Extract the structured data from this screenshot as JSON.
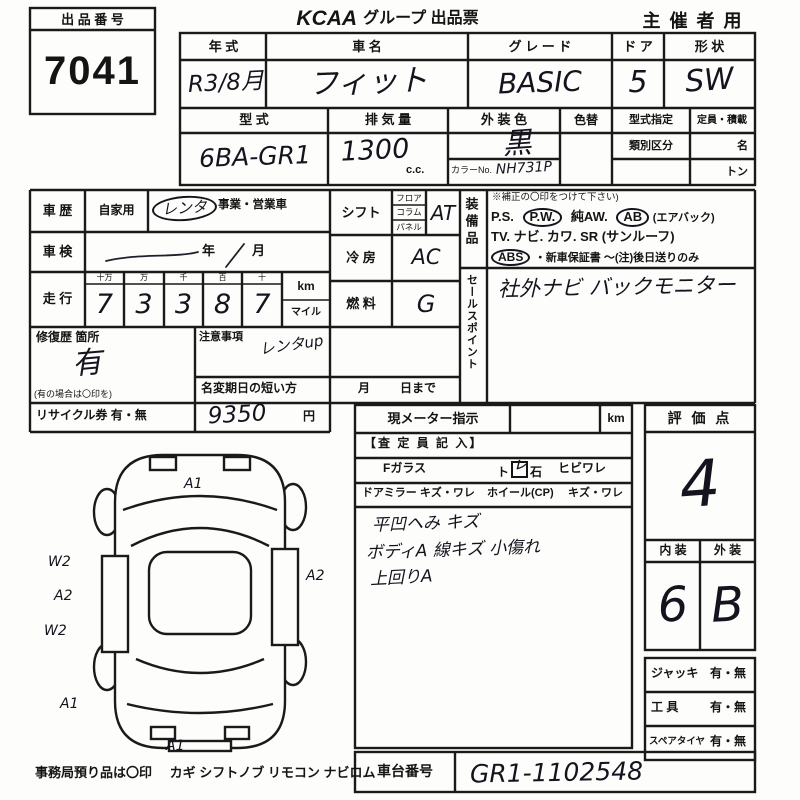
{
  "page": {
    "logo": "KCAA",
    "title_rest": "グループ 出品票",
    "organizer": "主 催 者 用"
  },
  "auction": {
    "no_label": "出 品 番 号",
    "no_value": "7041"
  },
  "vehicle": {
    "year_label": "年  式",
    "year_value": "R3/8月",
    "name_label": "車    名",
    "name_value": "フィット",
    "grade_label": "グ レ ー ド",
    "grade_value": "BASIC",
    "door_label": "ド ア",
    "door_value": "5",
    "shape_label": "形 状",
    "shape_value": "SW",
    "model_label": "型    式",
    "model_value": "6BA-GR1",
    "disp_label": "排 気 量",
    "disp_value": "1300",
    "disp_unit": "c.c.",
    "color_label": "外 装 色",
    "color_value": "黒",
    "color_no_label": "カラーNo.",
    "color_no_value": "NH731P",
    "color_change_label": "色替",
    "type_desig_label": "型式指定",
    "class_label": "類別区分",
    "capacity_label": "定員・積載",
    "capacity_persons": "名",
    "capacity_tons": "トン"
  },
  "history": {
    "label": "車 歴",
    "private": "自家用",
    "business": "事業・営業車",
    "rental": "レンタ",
    "inspection_label": "車 検",
    "year_char": "年",
    "month_char": "月",
    "mileage_label": "走 行",
    "digit_headers": [
      "十万",
      "万",
      "千",
      "百",
      "十"
    ],
    "digits": [
      "7",
      "3",
      "3",
      "8",
      "7"
    ],
    "unit_km": "km",
    "unit_mile": "マイル",
    "repair_label": "修復歴  箇所",
    "repair_value": "有",
    "repair_note": "(有の場合は〇印を)",
    "caution_label": "注意事項",
    "caution_value": "レンタup",
    "name_change_label": "名変期日の短い方",
    "month_label": "月",
    "until_label": "日まで",
    "recycle_label": "リサイクル券 有・無",
    "recycle_value": "9350",
    "recycle_unit": "円"
  },
  "specs": {
    "shift_label": "シフト",
    "shift_types": [
      "フロア",
      "コラム",
      "パネル"
    ],
    "shift_value": "AT",
    "cooling_label": "冷 房",
    "cooling_value": "AC",
    "fuel_label": "燃 料",
    "fuel_value": "G"
  },
  "equipment": {
    "label": "装備品",
    "note": "※補正の〇印をつけて下さい)",
    "ps": "P.S.",
    "pw": "P.W.",
    "aw": "純AW.",
    "ab": "AB",
    "airbag": "(エアバック)",
    "line2": "TV. ナビ. カワ. SR (サンルーフ)",
    "abs": "ABS",
    "warranty": "・新車保証書 〜(注)後日送りのみ"
  },
  "sales": {
    "label": "セールスポイント",
    "value": "社外ナビ バックモニター"
  },
  "meter": {
    "title": "現メーター指示",
    "unit": "km",
    "assessor": "【査 定 員 記 入】",
    "fglass": "Fガラス",
    "stone_pre": "ト",
    "stone_check": "レ",
    "stone_post": "石",
    "crack": "ヒビワレ",
    "mirror": "ドアミラー  キズ・ワレ",
    "wheel": "ホイール(CP)",
    "wheel_damage": "キズ・ワレ",
    "note1": "平凹ヘみ キズ",
    "note2": "ボディA 線キズ 小傷れ",
    "note3": "上回りA"
  },
  "rating": {
    "label": "評 価 点",
    "score": "4",
    "interior_label": "内 装",
    "exterior_label": "外 装",
    "interior_value": "6",
    "exterior_value": "B",
    "jack_label": "ジャッキ",
    "jack_options": "有・無",
    "tool_label": "工  具",
    "tool_options": "有・無",
    "spare_label": "スペアタイヤ",
    "spare_options": "有・無"
  },
  "diagram": {
    "marks": [
      "A1",
      "W2",
      "A2",
      "W2",
      "A2",
      "A1",
      "A1"
    ]
  },
  "footer": {
    "office_note": "事務局預り品は〇印",
    "items": "カギ  シフトノブ  リモコン  ナビロム",
    "chassis_label": "車台番号",
    "chassis_value": "GR1-1102548"
  }
}
